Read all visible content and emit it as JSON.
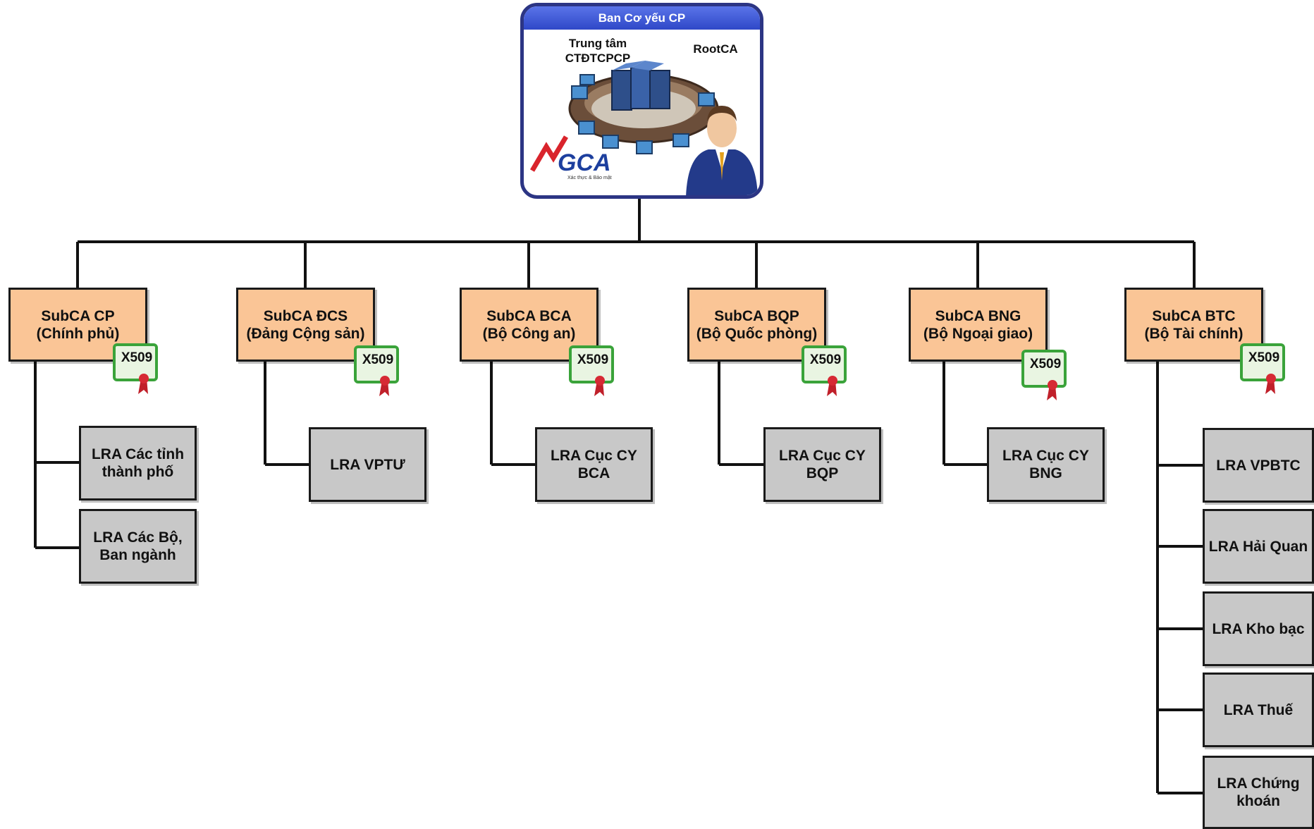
{
  "root": {
    "title": "Ban Cơ yếu CP",
    "center_line1": "Trung tâm",
    "center_line2": "CTĐTCPCP",
    "rootca": "RootCA",
    "logo": "VGCA",
    "logo_sub": "Xác thực & Bảo mật"
  },
  "cert_label": "X509",
  "subcas": [
    {
      "line1": "SubCA CP",
      "line2": "(Chính phủ)"
    },
    {
      "line1": "SubCA ĐCS",
      "line2": "(Đảng Cộng sản)"
    },
    {
      "line1": "SubCA BCA",
      "line2": "(Bộ Công an)"
    },
    {
      "line1": "SubCA BQP",
      "line2": "(Bộ Quốc phòng)"
    },
    {
      "line1": "SubCA BNG",
      "line2": "(Bộ Ngoại giao)"
    },
    {
      "line1": "SubCA BTC",
      "line2": "(Bộ Tài chính)"
    }
  ],
  "lras": {
    "cp": [
      {
        "line1": "LRA Các tỉnh",
        "line2": "thành phố"
      },
      {
        "line1": "LRA Các Bộ,",
        "line2": "Ban ngành"
      }
    ],
    "dcs": [
      {
        "line1": "LRA VPTƯ",
        "line2": ""
      }
    ],
    "bca": [
      {
        "line1": "LRA Cục CY",
        "line2": "BCA"
      }
    ],
    "bqp": [
      {
        "line1": "LRA Cục CY",
        "line2": "BQP"
      }
    ],
    "bng": [
      {
        "line1": "LRA Cục CY",
        "line2": "BNG"
      }
    ],
    "btc": [
      {
        "line1": "LRA VPBTC",
        "line2": ""
      },
      {
        "line1": "LRA Hải Quan",
        "line2": ""
      },
      {
        "line1": "LRA Kho bạc",
        "line2": ""
      },
      {
        "line1": "LRA Thuế",
        "line2": ""
      },
      {
        "line1": "LRA Chứng",
        "line2": "khoán"
      }
    ]
  },
  "colors": {
    "subca_fill": "#fac596",
    "lra_fill": "#c8c8c8",
    "root_border": "#2c3584",
    "root_header": "#3b56d6",
    "connector": "#111111"
  }
}
